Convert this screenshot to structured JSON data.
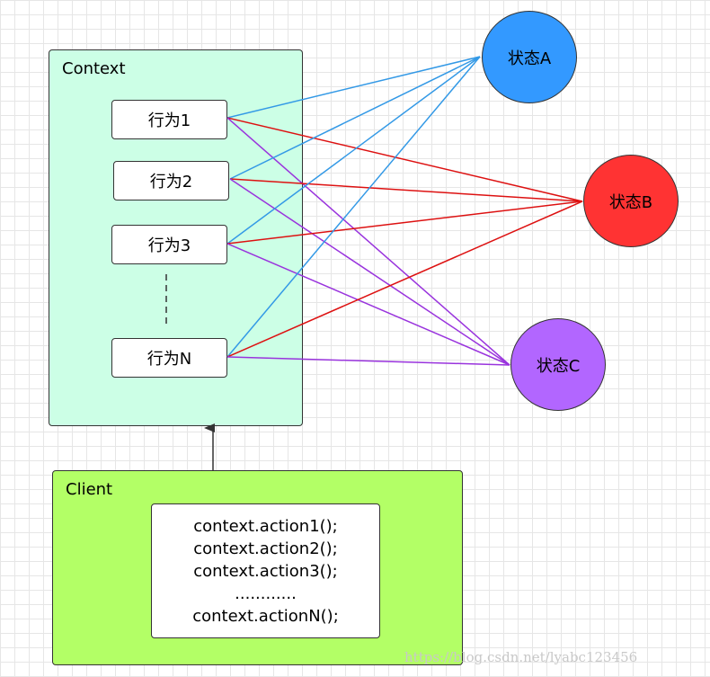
{
  "context": {
    "title": "Context",
    "actions": [
      "行为1",
      "行为2",
      "行为3",
      "行为N"
    ]
  },
  "states": [
    "状态A",
    "状态B",
    "状态C"
  ],
  "client": {
    "title": "Client",
    "code_lines": [
      "context.action1();",
      "context.action2();",
      "context.action3();",
      "............",
      "context.actionN();"
    ]
  },
  "colors": {
    "context_bg": "#ccffe6",
    "client_bg": "#b3ff66",
    "state_a": "#3399ff",
    "state_b": "#ff3333",
    "state_c": "#b266ff",
    "edge_a": "#3399e6",
    "edge_b": "#dd1111",
    "edge_c": "#9933dd"
  },
  "watermark": "https://blog.csdn.net/lyabc123456"
}
